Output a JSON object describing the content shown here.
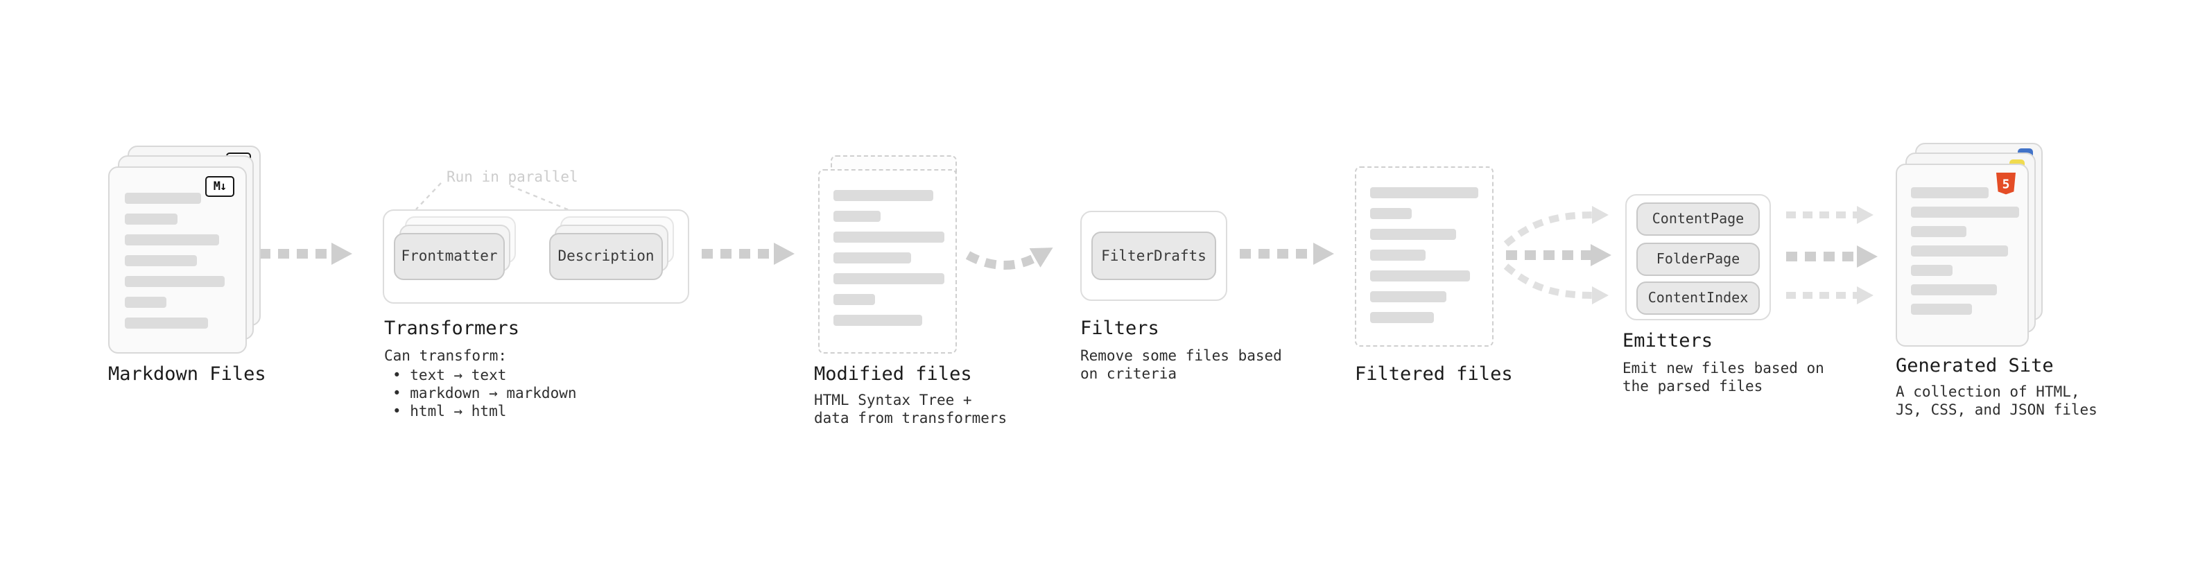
{
  "diagram": {
    "markdown_files": {
      "label": "Markdown Files"
    },
    "transformers": {
      "title": "Transformers",
      "annotation": "Run in parallel",
      "nodes": [
        "Frontmatter",
        "Description"
      ],
      "caption": "Can transform:",
      "bullets": [
        "• text → text",
        "• markdown → markdown",
        "• html → html"
      ]
    },
    "modified_files": {
      "title": "Modified files",
      "caption_line1": "HTML Syntax Tree +",
      "caption_line2": "data from transformers"
    },
    "filters": {
      "title": "Filters",
      "node": "FilterDrafts",
      "caption_line1": "Remove some files based",
      "caption_line2": "on criteria"
    },
    "filtered_files": {
      "label": "Filtered files"
    },
    "emitters": {
      "title": "Emitters",
      "nodes": [
        "ContentPage",
        "FolderPage",
        "ContentIndex"
      ],
      "caption_line1": "Emit new files based on",
      "caption_line2": "the parsed files"
    },
    "generated_site": {
      "title": "Generated Site",
      "caption_line1": "A collection of HTML,",
      "caption_line2": "JS, CSS, and JSON files"
    },
    "icons": {
      "markdown_badge": "M↓",
      "html5_badge": "5"
    },
    "colors": {
      "arrow": "#cecece",
      "arrow_light": "#e0e0e0",
      "html5_orange": "#e44d26",
      "js_yellow": "#f0db4f",
      "css_blue": "#4273c8"
    }
  }
}
